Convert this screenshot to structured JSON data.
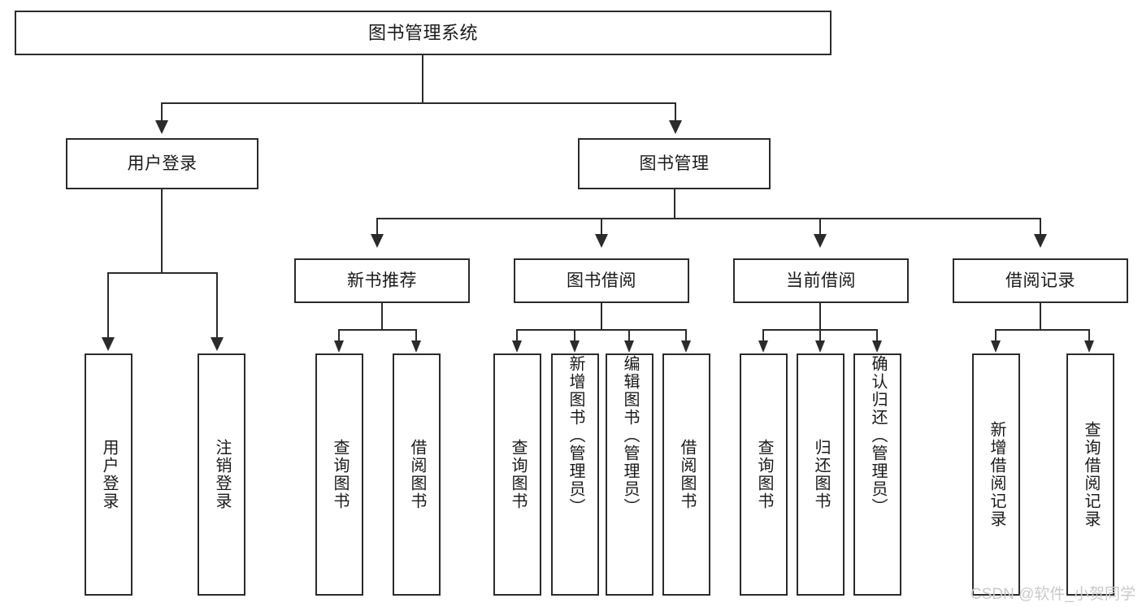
{
  "diagram": {
    "title": "图书管理系统",
    "root": {
      "label": "图书管理系统"
    },
    "level1": [
      {
        "label": "用户登录"
      },
      {
        "label": "图书管理"
      }
    ],
    "level2": [
      {
        "label": "新书推荐"
      },
      {
        "label": "图书借阅"
      },
      {
        "label": "当前借阅"
      },
      {
        "label": "借阅记录"
      }
    ],
    "leaves": {
      "user_login": [
        {
          "label": "用户登录"
        },
        {
          "label": "注销登录"
        }
      ],
      "new_book_recommend": [
        {
          "label": "查询图书"
        },
        {
          "label": "借阅图书"
        }
      ],
      "book_borrow": [
        {
          "label": "查询图书"
        },
        {
          "label": "新增图书（管理员）"
        },
        {
          "label": "编辑图书（管理员）"
        },
        {
          "label": "借阅图书"
        }
      ],
      "current_borrow": [
        {
          "label": "查询图书"
        },
        {
          "label": "归还图书"
        },
        {
          "label": "确认归还（管理员）"
        }
      ],
      "borrow_record": [
        {
          "label": "新增借阅记录"
        },
        {
          "label": "查询借阅记录"
        }
      ]
    }
  },
  "watermark": {
    "text": "CSDN @软件_小贺同学"
  },
  "colors": {
    "stroke": "#2b2b2b",
    "fill": "#ffffff",
    "text": "#1a1a1a",
    "watermark": "#c9c9c9"
  }
}
